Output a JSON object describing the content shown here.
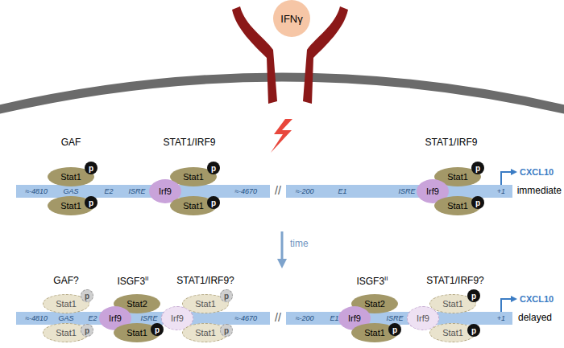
{
  "diagram": {
    "nodes": [
      {
        "text": [
          "IFNγ"
        ]
      },
      {
        "text": [
          "≈-4810",
          "GAS",
          "E2",
          "ISRE",
          "≈-4670"
        ]
      },
      {
        "text": [
          "Stat1"
        ]
      },
      {
        "text": [
          "p"
        ],
        "in": 2
      },
      {
        "text": [
          "Stat1"
        ]
      },
      {
        "text": [
          "p"
        ],
        "in": 4
      },
      {
        "text": [
          "Stat1"
        ]
      },
      {
        "text": [
          "p"
        ],
        "in": 6
      },
      {
        "text": [
          "Irf9"
        ]
      },
      {
        "text": [
          "Stat1"
        ]
      },
      {
        "text": [
          "p"
        ],
        "in": 9
      },
      {
        "text": [
          "≈-200",
          "E1",
          "ISRE",
          "+1"
        ]
      },
      {
        "text": [
          "Stat1"
        ]
      },
      {
        "text": [
          "p"
        ],
        "in": 12
      },
      {
        "text": [
          "Irf9"
        ]
      },
      {
        "text": [
          "Stat1"
        ]
      },
      {
        "text": [
          "p"
        ],
        "in": 15
      },
      {
        "text": [
          "≈-4810",
          "GAS",
          "E2",
          "ISRE",
          "≈-4670"
        ]
      },
      {
        "text": [
          "Stat1"
        ]
      },
      {
        "text": [
          "p"
        ],
        "in": 18
      },
      {
        "text": [
          "Stat1"
        ]
      },
      {
        "text": [
          "p"
        ],
        "in": 20
      },
      {
        "text": [
          "Stat2"
        ]
      },
      {
        "text": [
          "Irf9"
        ]
      },
      {
        "text": [
          "Stat1"
        ]
      },
      {
        "text": [
          "p"
        ],
        "in": 24
      },
      {
        "text": [
          "Stat1"
        ]
      },
      {
        "text": [
          "p"
        ],
        "in": 26
      },
      {
        "text": [
          "Irf9"
        ]
      },
      {
        "text": [
          "Stat1"
        ]
      },
      {
        "text": [
          "p"
        ],
        "in": 29
      },
      {
        "text": [
          "≈-200",
          "E1",
          "ISRE",
          "+1"
        ]
      },
      {
        "text": [
          "Stat2"
        ]
      },
      {
        "text": [
          "Irf9"
        ]
      },
      {
        "text": [
          "Stat1"
        ]
      },
      {
        "text": [
          "p"
        ],
        "in": 34
      },
      {
        "text": [
          "Irf9"
        ]
      },
      {
        "text": [
          "Stat1"
        ]
      },
      {
        "text": [
          "p"
        ],
        "in": 37
      },
      {
        "text": [
          "Stat1"
        ]
      },
      {
        "text": [
          "p"
        ],
        "in": 39
      }
    ],
    "labels": [
      "GAF",
      "STAT1/IRF9",
      "STAT1/IRF9",
      "//",
      "CXCL10",
      "immediate",
      "time",
      "GAF?",
      "ISGF3II",
      "STAT1/IRF9?",
      "ISGF3II",
      "STAT1/IRF9?",
      "//",
      "CXCL10",
      "delayed"
    ]
  }
}
